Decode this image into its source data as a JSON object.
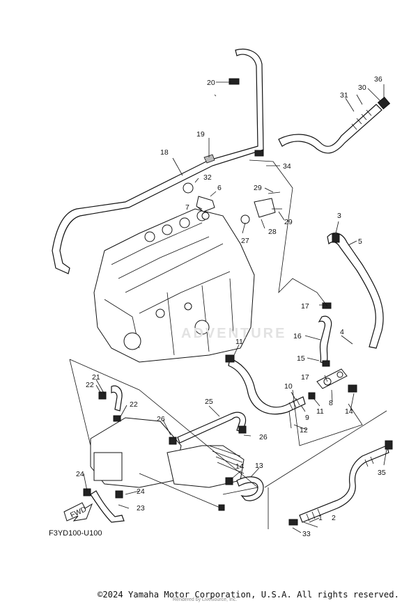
{
  "diagram": {
    "code": "F3YD100-U100",
    "fwd_arrow": "FWD",
    "watermark": "ADVENTURE",
    "callouts": [
      "1",
      "2",
      "3",
      "4",
      "5",
      "6",
      "7",
      "8",
      "9",
      "10",
      "11",
      "11",
      "12",
      "13",
      "14",
      "14",
      "15",
      "16",
      "17",
      "17",
      "18",
      "19",
      "20",
      "21",
      "22",
      "22",
      "23",
      "24",
      "24",
      "25",
      "26",
      "26",
      "27",
      "28",
      "29",
      "29",
      "30",
      "31",
      "32",
      "33",
      "34",
      "35",
      "36"
    ]
  },
  "footer": {
    "copyright": "©2024 Yamaha Motor Corporation, U.S.A. All rights reserved.",
    "rendered": "Rendered by LiveSource, Inc."
  }
}
